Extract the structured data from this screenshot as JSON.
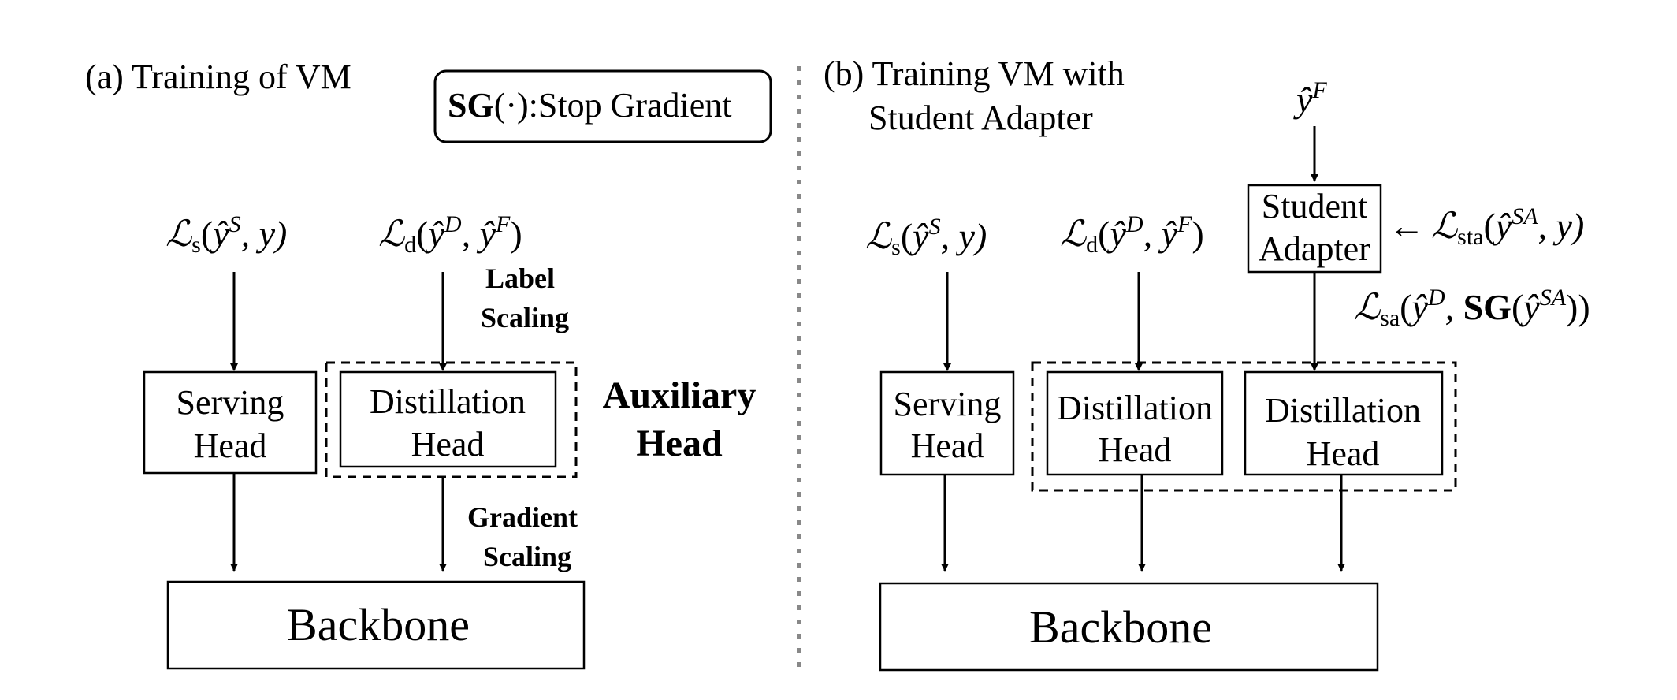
{
  "panel_a": {
    "caption": "(a) Training of VM",
    "legend": {
      "sg": "SG",
      "paren": "(·)",
      "text": ":Stop Gradient"
    },
    "loss_s": {
      "script": "ℒ",
      "sub": "s",
      "open": "(",
      "yhat": "ŷ",
      "sup": "S",
      "rest": ", y)"
    },
    "loss_d": {
      "script": "ℒ",
      "sub": "d",
      "open": "(",
      "yhat1": "ŷ",
      "sup1": "D",
      "comma": ", ",
      "yhat2": "ŷ",
      "sup2": "F",
      "close": ")"
    },
    "label_scaling": [
      "Label",
      "Scaling"
    ],
    "gradient_scaling": [
      "Gradient",
      "Scaling"
    ],
    "serving_head": [
      "Serving",
      "Head"
    ],
    "distillation_head": [
      "Distillation",
      "Head"
    ],
    "auxiliary_head": [
      "Auxiliary",
      "Head"
    ],
    "backbone": "Backbone"
  },
  "panel_b": {
    "caption": [
      "(b) Training VM with",
      "Student Adapter"
    ],
    "yhat_f": {
      "yhat": "ŷ",
      "sup": "F"
    },
    "student_adapter": [
      "Student",
      "Adapter"
    ],
    "loss_sta": {
      "arrow": "←",
      "script": "ℒ",
      "sub": "sta",
      "open": "(",
      "yhat": "ŷ",
      "sup": "SA",
      "rest": ", y)"
    },
    "loss_sa": {
      "script": "ℒ",
      "sub": "sa",
      "open": "(",
      "yhat1": "ŷ",
      "sup1": "D",
      "comma": ", ",
      "sg": "SG",
      "open2": "(",
      "yhat2": "ŷ",
      "sup2": "SA",
      "close": "))"
    },
    "loss_s": {
      "script": "ℒ",
      "sub": "s",
      "open": "(",
      "yhat": "ŷ",
      "sup": "S",
      "rest": ", y)"
    },
    "loss_d": {
      "script": "ℒ",
      "sub": "d",
      "open": "(",
      "yhat1": "ŷ",
      "sup1": "D",
      "comma": ", ",
      "yhat2": "ŷ",
      "sup2": "F",
      "close": ")"
    },
    "serving_head": [
      "Serving",
      "Head"
    ],
    "distillation_head_1": [
      "Distillation",
      "Head"
    ],
    "distillation_head_2": [
      "Distillation",
      "Head"
    ],
    "backbone": "Backbone"
  }
}
